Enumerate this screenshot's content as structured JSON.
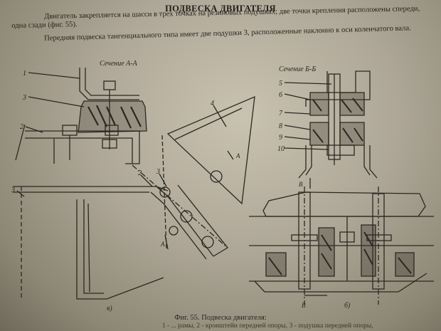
{
  "document": {
    "title": "ПОДВЕСКА ДВИГАТЕЛЯ",
    "paragraphs": [
      "Двигатель закрепляется на шасси в трех точках на резиновых подушках; две точки крепления расположены спереди, одна сзади (фиг. 55).",
      "Передняя подвеска тангенциального типа имеет две подушки 3, расположенные наклонно к оси коленчатого вала."
    ]
  },
  "figure": {
    "section_aa": "Сечение А-А",
    "section_bb": "Сечение Б-Б",
    "labels_left": [
      "1",
      "3",
      "2",
      "4",
      "2",
      "3",
      "3"
    ],
    "labels_right": [
      "5",
      "6",
      "7",
      "8",
      "9",
      "10"
    ],
    "cut_letters": [
      "А",
      "А",
      "В",
      "В"
    ],
    "sub_a": "в)",
    "sub_b": "б)",
    "caption": "Фиг. 55. Подвеска двигателя:",
    "caption_detail": "1 - ... рамы, 2 - кронштейн передней опоры, 3 - подушка передней опоры,"
  }
}
